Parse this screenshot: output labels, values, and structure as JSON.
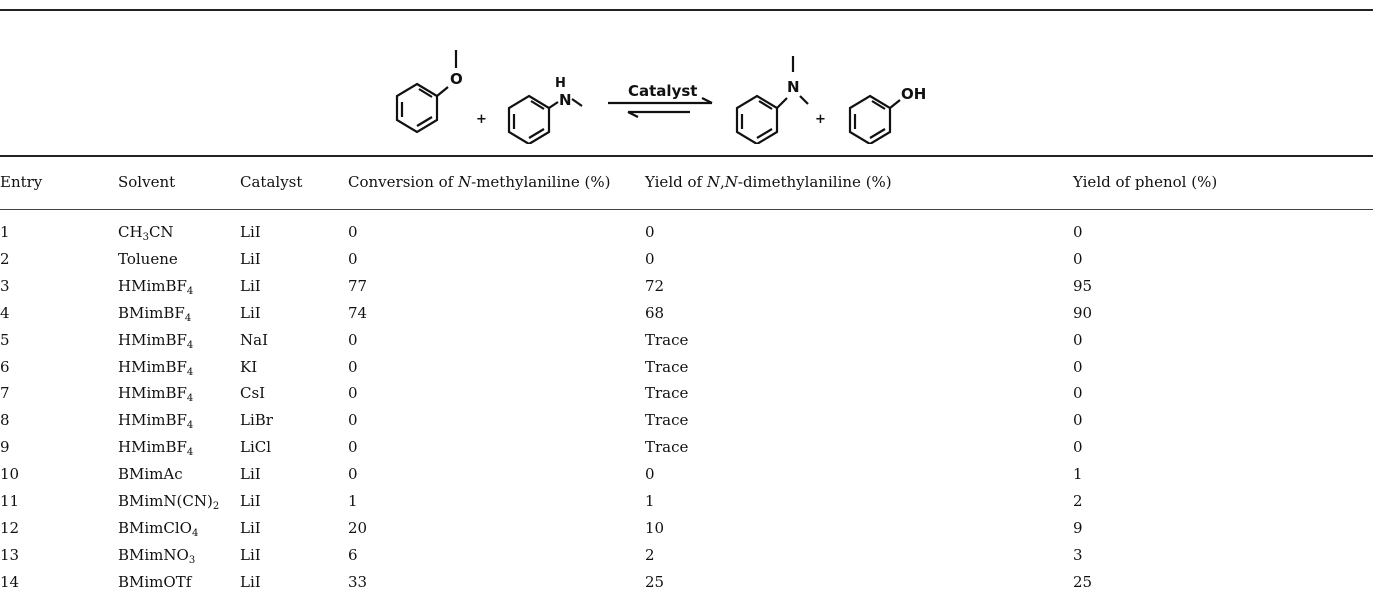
{
  "scheme": {
    "arrow_label": "Catalyst",
    "plus_1": "+",
    "plus_2": "+",
    "atom_o": "O",
    "atom_n1": "N",
    "atom_h": "H",
    "atom_n2": "N",
    "atom_oh": "OH"
  },
  "headers": {
    "entry": "Entry",
    "solvent": "Solvent",
    "catalyst": "Catalyst",
    "conversion_pre": "Conversion of ",
    "conversion_it": "N",
    "conversion_post": "-methylaniline (%)",
    "yield_dma_pre": "Yield of ",
    "yield_dma_it1": "N",
    "yield_dma_mid": ",",
    "yield_dma_it2": "N",
    "yield_dma_post": "-dimethylaniline (%)",
    "yield_phenol": "Yield of phenol (%)"
  },
  "rows": [
    {
      "entry": "1",
      "solvent": [
        "CH",
        "3",
        "CN"
      ],
      "catalyst": "LiI",
      "conversion": "0",
      "yield_dma": "0",
      "yield_phenol": "0"
    },
    {
      "entry": "2",
      "solvent": [
        "Toluene"
      ],
      "catalyst": "LiI",
      "conversion": "0",
      "yield_dma": "0",
      "yield_phenol": "0"
    },
    {
      "entry": "3",
      "solvent": [
        "HMimBF",
        "4"
      ],
      "catalyst": "LiI",
      "conversion": "77",
      "yield_dma": "72",
      "yield_phenol": "95"
    },
    {
      "entry": "4",
      "solvent": [
        "BMimBF",
        "4"
      ],
      "catalyst": "LiI",
      "conversion": "74",
      "yield_dma": "68",
      "yield_phenol": "90"
    },
    {
      "entry": "5",
      "solvent": [
        "HMimBF",
        "4"
      ],
      "catalyst": "NaI",
      "conversion": "0",
      "yield_dma": "Trace",
      "yield_phenol": "0"
    },
    {
      "entry": "6",
      "solvent": [
        "HMimBF",
        "4"
      ],
      "catalyst": "KI",
      "conversion": "0",
      "yield_dma": "Trace",
      "yield_phenol": "0"
    },
    {
      "entry": "7",
      "solvent": [
        "HMimBF",
        "4"
      ],
      "catalyst": "CsI",
      "conversion": "0",
      "yield_dma": "Trace",
      "yield_phenol": "0"
    },
    {
      "entry": "8",
      "solvent": [
        "HMimBF",
        "4"
      ],
      "catalyst": "LiBr",
      "conversion": "0",
      "yield_dma": "Trace",
      "yield_phenol": "0"
    },
    {
      "entry": "9",
      "solvent": [
        "HMimBF",
        "4"
      ],
      "catalyst": "LiCl",
      "conversion": "0",
      "yield_dma": "Trace",
      "yield_phenol": "0"
    },
    {
      "entry": "10",
      "solvent": [
        "BMimAc"
      ],
      "catalyst": "LiI",
      "conversion": "0",
      "yield_dma": "0",
      "yield_phenol": "1"
    },
    {
      "entry": "11",
      "solvent": [
        "BMimN(CN)",
        "2"
      ],
      "catalyst": "LiI",
      "conversion": "1",
      "yield_dma": "1",
      "yield_phenol": "2"
    },
    {
      "entry": "12",
      "solvent": [
        "BMimClO",
        "4"
      ],
      "catalyst": "LiI",
      "conversion": "20",
      "yield_dma": "10",
      "yield_phenol": "9"
    },
    {
      "entry": "13",
      "solvent": [
        "BMimNO",
        "3"
      ],
      "catalyst": "LiI",
      "conversion": "6",
      "yield_dma": "2",
      "yield_phenol": "3"
    },
    {
      "entry": "14",
      "solvent": [
        "BMimOTf"
      ],
      "catalyst": "LiI",
      "conversion": "33",
      "yield_dma": "25",
      "yield_phenol": "25"
    }
  ]
}
